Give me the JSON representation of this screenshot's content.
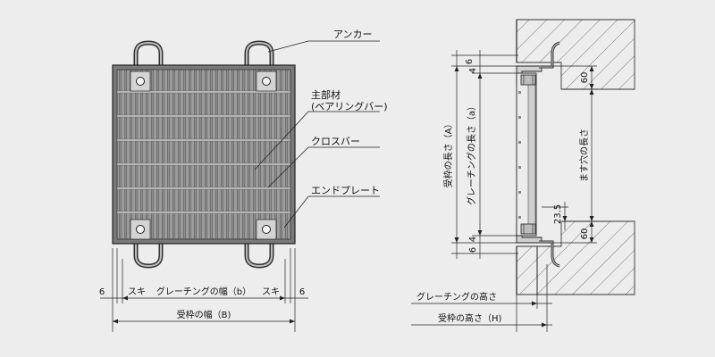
{
  "labels": {
    "anchor": "アンカー",
    "main_member": "主部材",
    "main_member_sub": "(ベアリングバー)",
    "cross_bar": "クロスバー",
    "end_plate": "エンドプレート"
  },
  "plan_dims": {
    "six_left": "6",
    "clear_left": "スキ",
    "grating_width": "グレーチングの幅（b）",
    "clear_right": "スキ",
    "six_right": "6",
    "frame_width": "受枠の幅（B)"
  },
  "section_dims": {
    "top_6": "6",
    "top_4": "4",
    "frame_length": "受枠の長さ（A）",
    "grating_length": "グレーチングの長さ（a）",
    "bottom_4": "4",
    "bottom_6": "6",
    "top_60": "60",
    "bottom_60": "60",
    "pit_length": "ます穴の長さ",
    "dim_23_5": "23.5",
    "grating_height": "グレーチングの高さ",
    "frame_height": "受枠の高さ（H)"
  },
  "colors": {
    "background": "#ededed",
    "plate_dark": "#6e6e6e",
    "plate_light": "#a9a9a9",
    "line": "#222222"
  }
}
